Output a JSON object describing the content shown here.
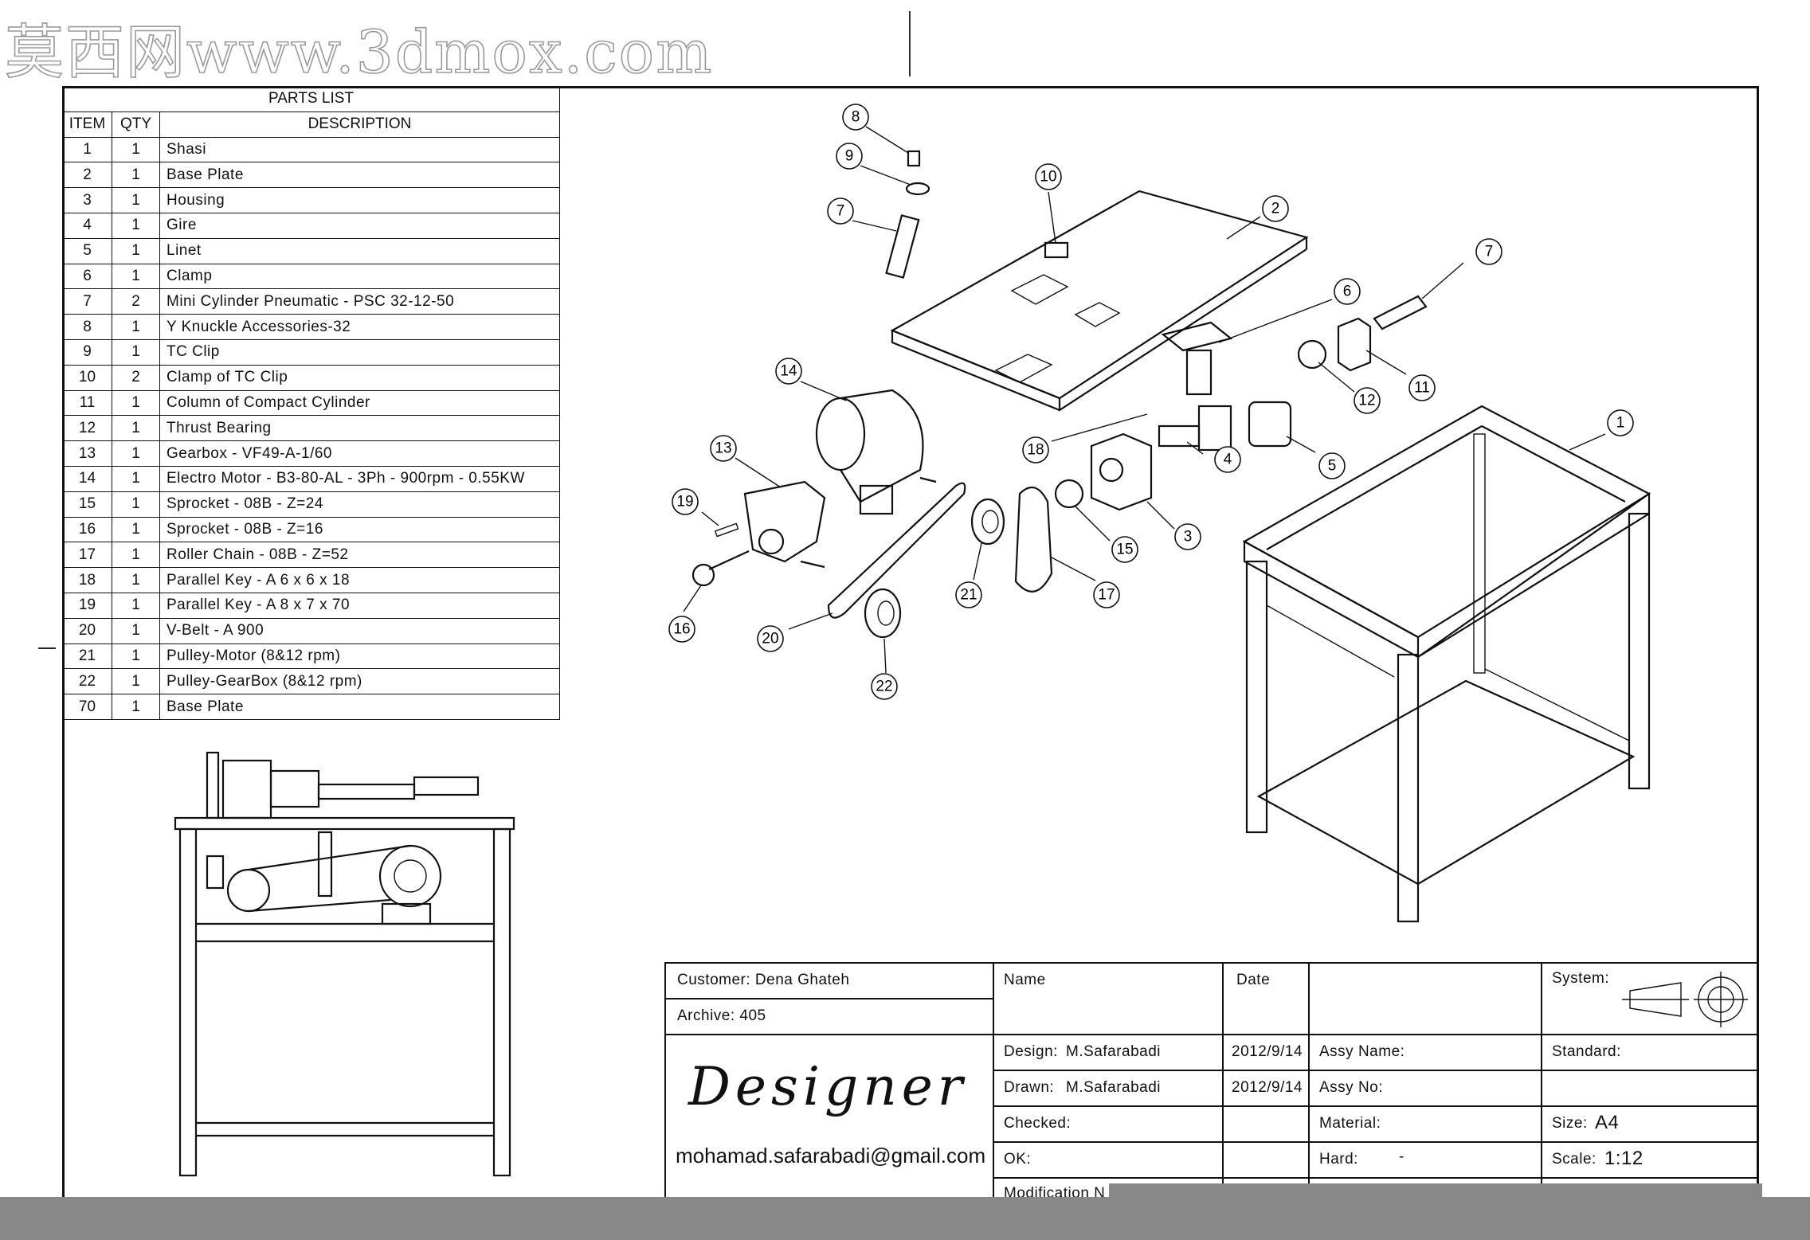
{
  "watermark": {
    "text": "莫西网www.3dmox.com"
  },
  "parts_list": {
    "caption": "PARTS LIST",
    "headers": {
      "item": "ITEM",
      "qty": "QTY",
      "description": "DESCRIPTION"
    },
    "rows": [
      {
        "item": "1",
        "qty": "1",
        "description": "Shasi"
      },
      {
        "item": "2",
        "qty": "1",
        "description": "Base Plate"
      },
      {
        "item": "3",
        "qty": "1",
        "description": "Housing"
      },
      {
        "item": "4",
        "qty": "1",
        "description": "Gire"
      },
      {
        "item": "5",
        "qty": "1",
        "description": "Linet"
      },
      {
        "item": "6",
        "qty": "1",
        "description": "Clamp"
      },
      {
        "item": "7",
        "qty": "2",
        "description": "Mini Cylinder Pneumatic - PSC 32-12-50"
      },
      {
        "item": "8",
        "qty": "1",
        "description": "Y Knuckle Accessories-32"
      },
      {
        "item": "9",
        "qty": "1",
        "description": "TC Clip"
      },
      {
        "item": "10",
        "qty": "2",
        "description": "Clamp of TC Clip"
      },
      {
        "item": "11",
        "qty": "1",
        "description": "Column of Compact Cylinder"
      },
      {
        "item": "12",
        "qty": "1",
        "description": "Thrust Bearing"
      },
      {
        "item": "13",
        "qty": "1",
        "description": "Gearbox - VF49-A-1/60"
      },
      {
        "item": "14",
        "qty": "1",
        "description": "Electro Motor - B3-80-AL - 3Ph - 900rpm - 0.55KW"
      },
      {
        "item": "15",
        "qty": "1",
        "description": "Sprocket  -  08B  -  Z=24"
      },
      {
        "item": "16",
        "qty": "1",
        "description": "Sprocket  -  08B  -  Z=16"
      },
      {
        "item": "17",
        "qty": "1",
        "description": "Roller Chain  -  08B  -  Z=52"
      },
      {
        "item": "18",
        "qty": "1",
        "description": "Parallel Key - A 6 x 6 x 18"
      },
      {
        "item": "19",
        "qty": "1",
        "description": "Parallel Key - A 8 x 7 x 70"
      },
      {
        "item": "20",
        "qty": "1",
        "description": "V-Belt - A 900"
      },
      {
        "item": "21",
        "qty": "1",
        "description": "Pulley-Motor (8&12 rpm)"
      },
      {
        "item": "22",
        "qty": "1",
        "description": "Pulley-GearBox (8&12 rpm)"
      },
      {
        "item": "70",
        "qty": "1",
        "description": "Base Plate"
      }
    ]
  },
  "balloons": [
    "8",
    "9",
    "7",
    "10",
    "2",
    "7",
    "6",
    "14",
    "13",
    "12",
    "11",
    "1",
    "18",
    "4",
    "5",
    "19",
    "15",
    "3",
    "21",
    "17",
    "16",
    "20",
    "22"
  ],
  "title_block": {
    "customer": "Customer: Dena Ghateh",
    "archive": "Archive: 405",
    "name_header": "Name",
    "date_header": "Date",
    "system_label": "System:",
    "designer_signature": "Designer",
    "designer_email": "mohamad.safarabadi@gmail.com",
    "design_label": "Design:",
    "design_name": "M.Safarabadi",
    "design_date": "2012/9/14",
    "drawn_label": "Drawn:",
    "drawn_name": "M.Safarabadi",
    "drawn_date": "2012/9/14",
    "checked_label": "Checked:",
    "ok_label": "OK:",
    "modification_label": "Modification N",
    "assy_name_label": "Assy Name:",
    "assy_no_label": "Assy No:",
    "material_label": "Material:",
    "hard_label": "Hard:",
    "hard_value": "-",
    "standard_label": "Standard:",
    "size_label": "Size:",
    "size_value": "A4",
    "scale_label": "Scale:",
    "scale_value": "1:12"
  }
}
